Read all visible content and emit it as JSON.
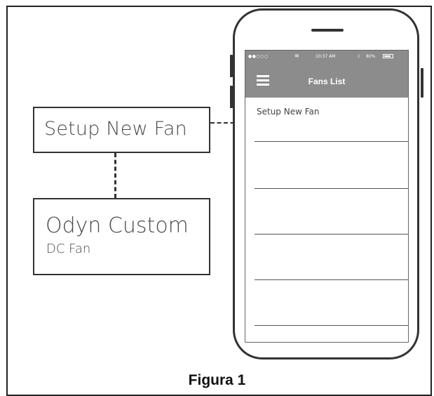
{
  "callouts": {
    "setup": "Setup New Fan",
    "odyn_title": "Odyn Custom",
    "odyn_subtitle": "DC Fan"
  },
  "phone": {
    "status": {
      "signal": "●●○○○",
      "wifi_icon": "wifi-icon",
      "time": "10:37 AM",
      "bluetooth_icon": "bluetooth-icon",
      "battery": "80%"
    },
    "app_bar": {
      "menu_icon": "hamburger-icon",
      "title": "Fans List"
    },
    "list": [
      {
        "label": "Setup New Fan"
      },
      {
        "label": ""
      },
      {
        "label": ""
      },
      {
        "label": ""
      },
      {
        "label": ""
      }
    ],
    "appbar_color": "#8c8c8c"
  },
  "caption": "Figura 1"
}
